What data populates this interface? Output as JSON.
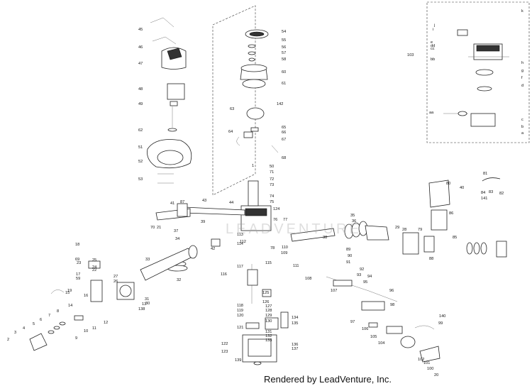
{
  "credit": "Rendered by LeadVenture, Inc.",
  "watermark": "LEADVENTURE",
  "callouts": [
    "1",
    "2",
    "3",
    "4",
    "5",
    "6",
    "7",
    "8",
    "9",
    "10",
    "11",
    "12",
    "13",
    "14",
    "15",
    "16",
    "17",
    "18",
    "19",
    "20",
    "21",
    "22",
    "23",
    "24",
    "25",
    "26",
    "27",
    "28",
    "29",
    "30",
    "31",
    "32",
    "33",
    "34",
    "35",
    "36",
    "37",
    "38",
    "39",
    "40",
    "41",
    "42",
    "43",
    "44",
    "45",
    "46",
    "47",
    "48",
    "49",
    "50",
    "51",
    "52",
    "53",
    "54",
    "55",
    "56",
    "57",
    "58",
    "59",
    "60",
    "61",
    "62",
    "63",
    "64",
    "65",
    "66",
    "67",
    "68",
    "69",
    "70",
    "71",
    "72",
    "73",
    "74",
    "75",
    "76",
    "77",
    "78",
    "79",
    "80",
    "81",
    "82",
    "83",
    "84",
    "85",
    "86",
    "87",
    "88",
    "89",
    "90",
    "91",
    "92",
    "93",
    "94",
    "95",
    "96",
    "97",
    "98",
    "99",
    "100",
    "101",
    "102",
    "103",
    "104",
    "105",
    "106",
    "107",
    "108",
    "109",
    "110",
    "111",
    "112",
    "113",
    "114",
    "115",
    "116",
    "117",
    "118",
    "119",
    "120",
    "121",
    "122",
    "123",
    "124",
    "125",
    "126",
    "127",
    "128",
    "129",
    "130",
    "131",
    "132",
    "133",
    "134",
    "135",
    "136",
    "137",
    "138",
    "139",
    "140",
    "141",
    "142",
    "a",
    "aa",
    "b",
    "bb",
    "c",
    "cc",
    "d",
    "dd",
    "e",
    "f",
    "g",
    "h",
    "i",
    "j",
    "k"
  ]
}
